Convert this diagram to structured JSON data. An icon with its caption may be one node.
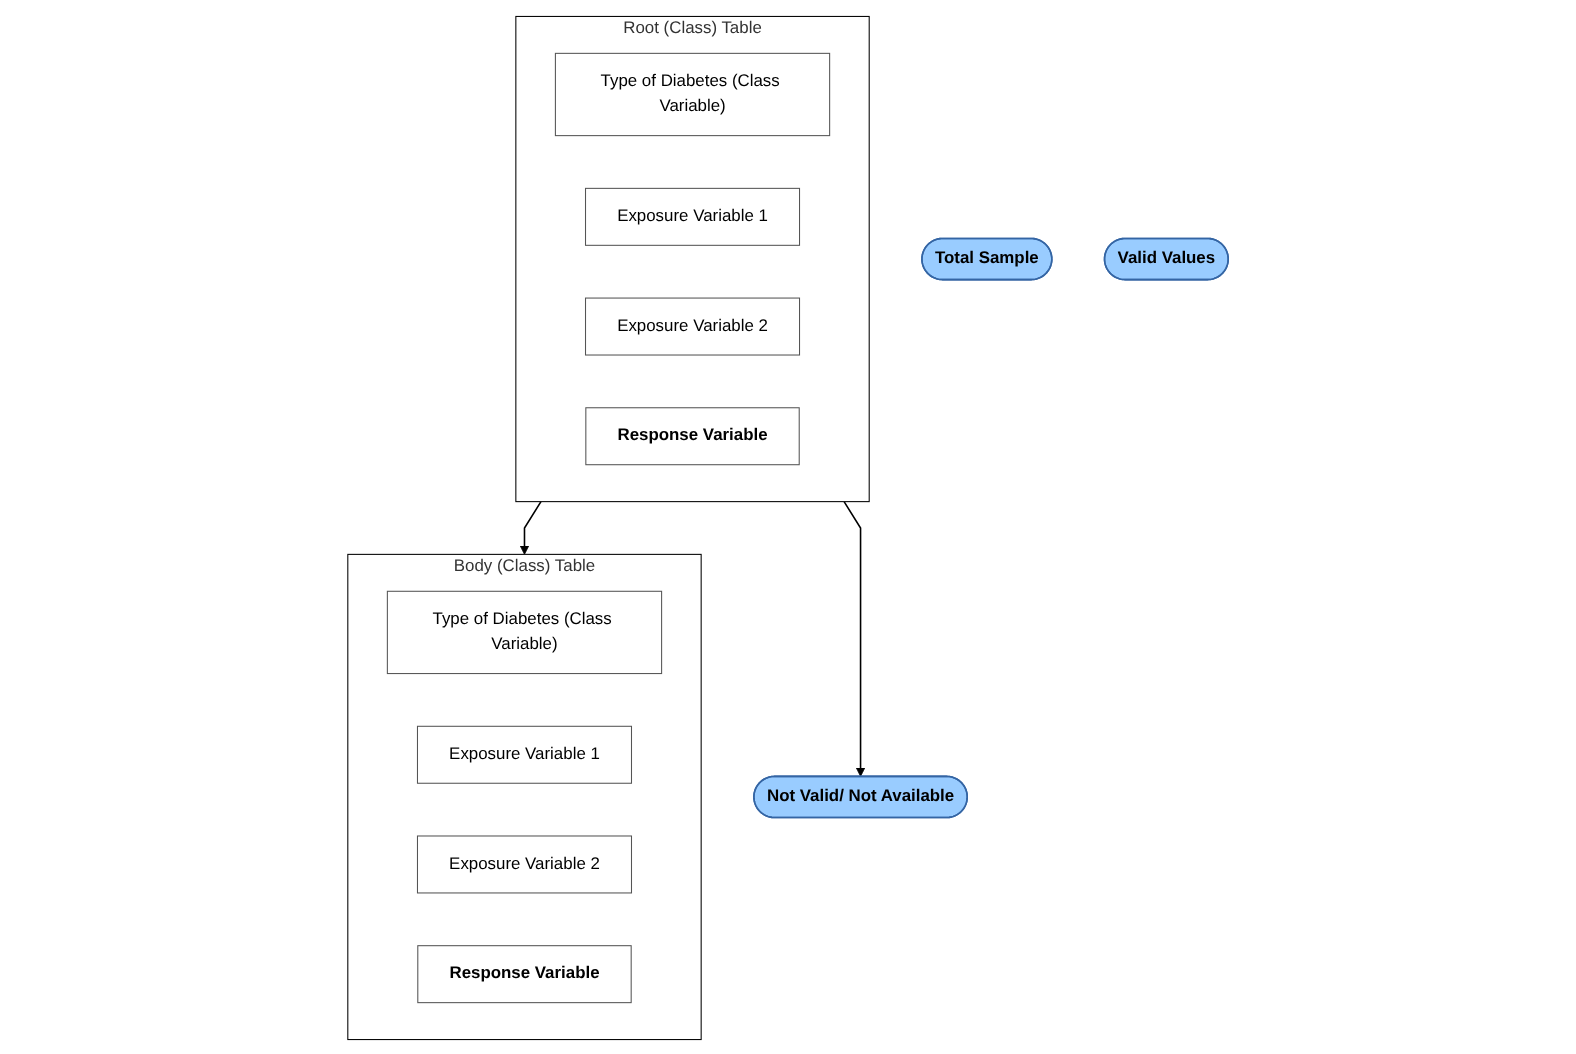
{
  "diagram": {
    "nodes": [
      {
        "text": [
          "Total Sample"
        ]
      },
      {
        "text": [
          "Root (Class) Table"
        ]
      },
      {
        "text": [
          "Type of Diabetes (Class Variable)"
        ],
        "in": 1
      },
      {
        "text": [
          "Exposure Variable 1"
        ],
        "in": 1
      },
      {
        "text": [
          "Exposure Variable 2"
        ],
        "in": 1
      },
      {
        "text": [
          "Response Variable"
        ],
        "in": 1
      },
      {
        "text": [
          "Valid Values"
        ]
      },
      {
        "text": [
          "Body (Class) Table"
        ]
      },
      {
        "text": [
          "Type of Diabetes (Class Variable)"
        ],
        "in": 7
      },
      {
        "text": [
          "Exposure Variable 1"
        ],
        "in": 7
      },
      {
        "text": [
          "Exposure Variable 2"
        ],
        "in": 7
      },
      {
        "text": [
          "Response Variable"
        ],
        "in": 7
      },
      {
        "text": [
          "Not Valid/ Not Available"
        ]
      }
    ],
    "edges": [
      {
        "from": 1,
        "to": 7,
        "arrow": "to"
      },
      {
        "from": 1,
        "to": 12,
        "arrow": "to"
      }
    ]
  }
}
